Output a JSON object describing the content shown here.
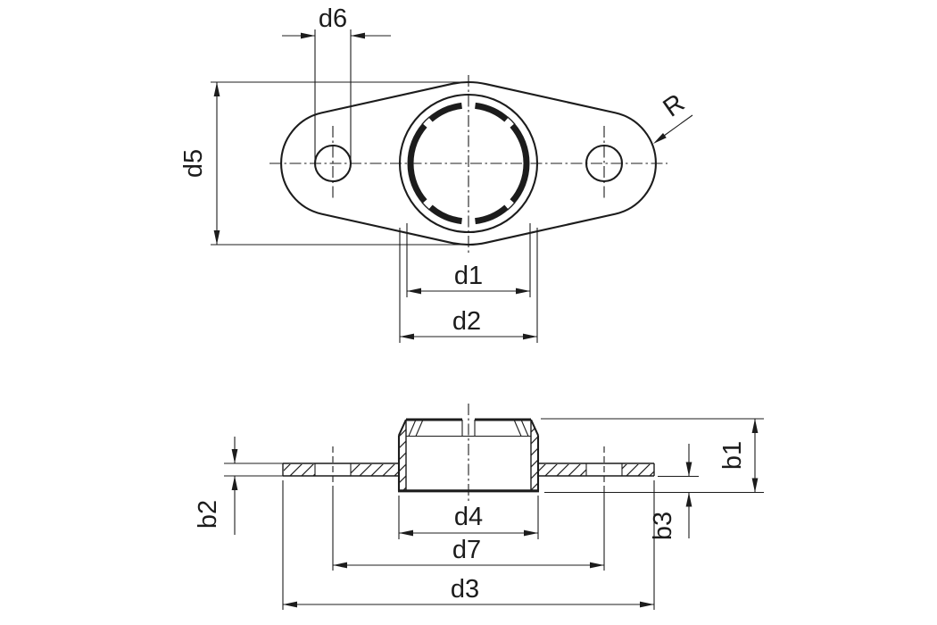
{
  "drawing": {
    "kind": "technical-drawing",
    "background_color": "#ffffff",
    "line_color": "#1c1c1c",
    "views": {
      "front_view": "rhombic flange with two mounting holes and slotted center bore",
      "section_view": "cross-section showing flange plate and collar"
    },
    "labels": {
      "d1": "d1",
      "d2": "d2",
      "d3": "d3",
      "d4": "d4",
      "d5": "d5",
      "d6": "d6",
      "d7": "d7",
      "b1": "b1",
      "b2": "b2",
      "b3": "b3",
      "radius": "R"
    }
  }
}
